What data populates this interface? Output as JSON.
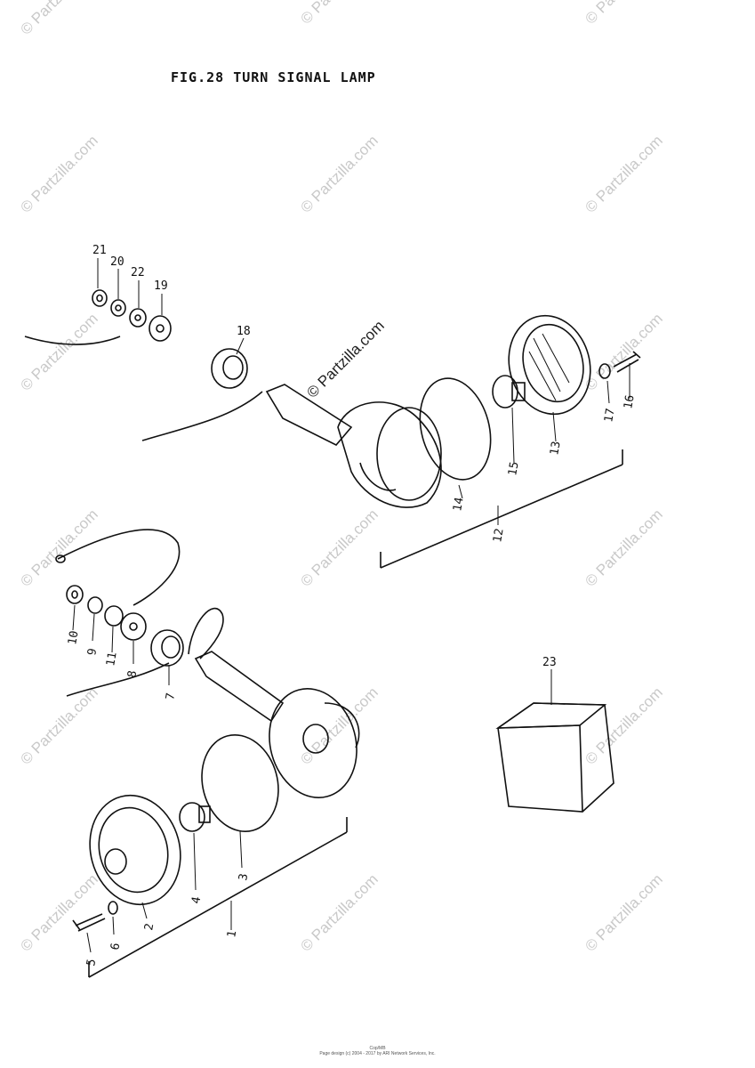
{
  "figure": {
    "title": "FIG.28  TURN SIGNAL LAMP"
  },
  "callouts": [
    "1",
    "2",
    "3",
    "4",
    "5",
    "6",
    "7",
    "8",
    "9",
    "10",
    "11",
    "12",
    "13",
    "14",
    "15",
    "16",
    "17",
    "18",
    "19",
    "20",
    "21",
    "22",
    "23"
  ],
  "watermark": {
    "text": "© Partzilla.com"
  },
  "footer": {
    "line1": "Cop/MB",
    "line2": "Page design (c) 2004 - 2017 by ARI Network Services, Inc."
  },
  "colors": {
    "ink": "#111111",
    "watermark": "#c9c9c9",
    "background": "#ffffff"
  }
}
